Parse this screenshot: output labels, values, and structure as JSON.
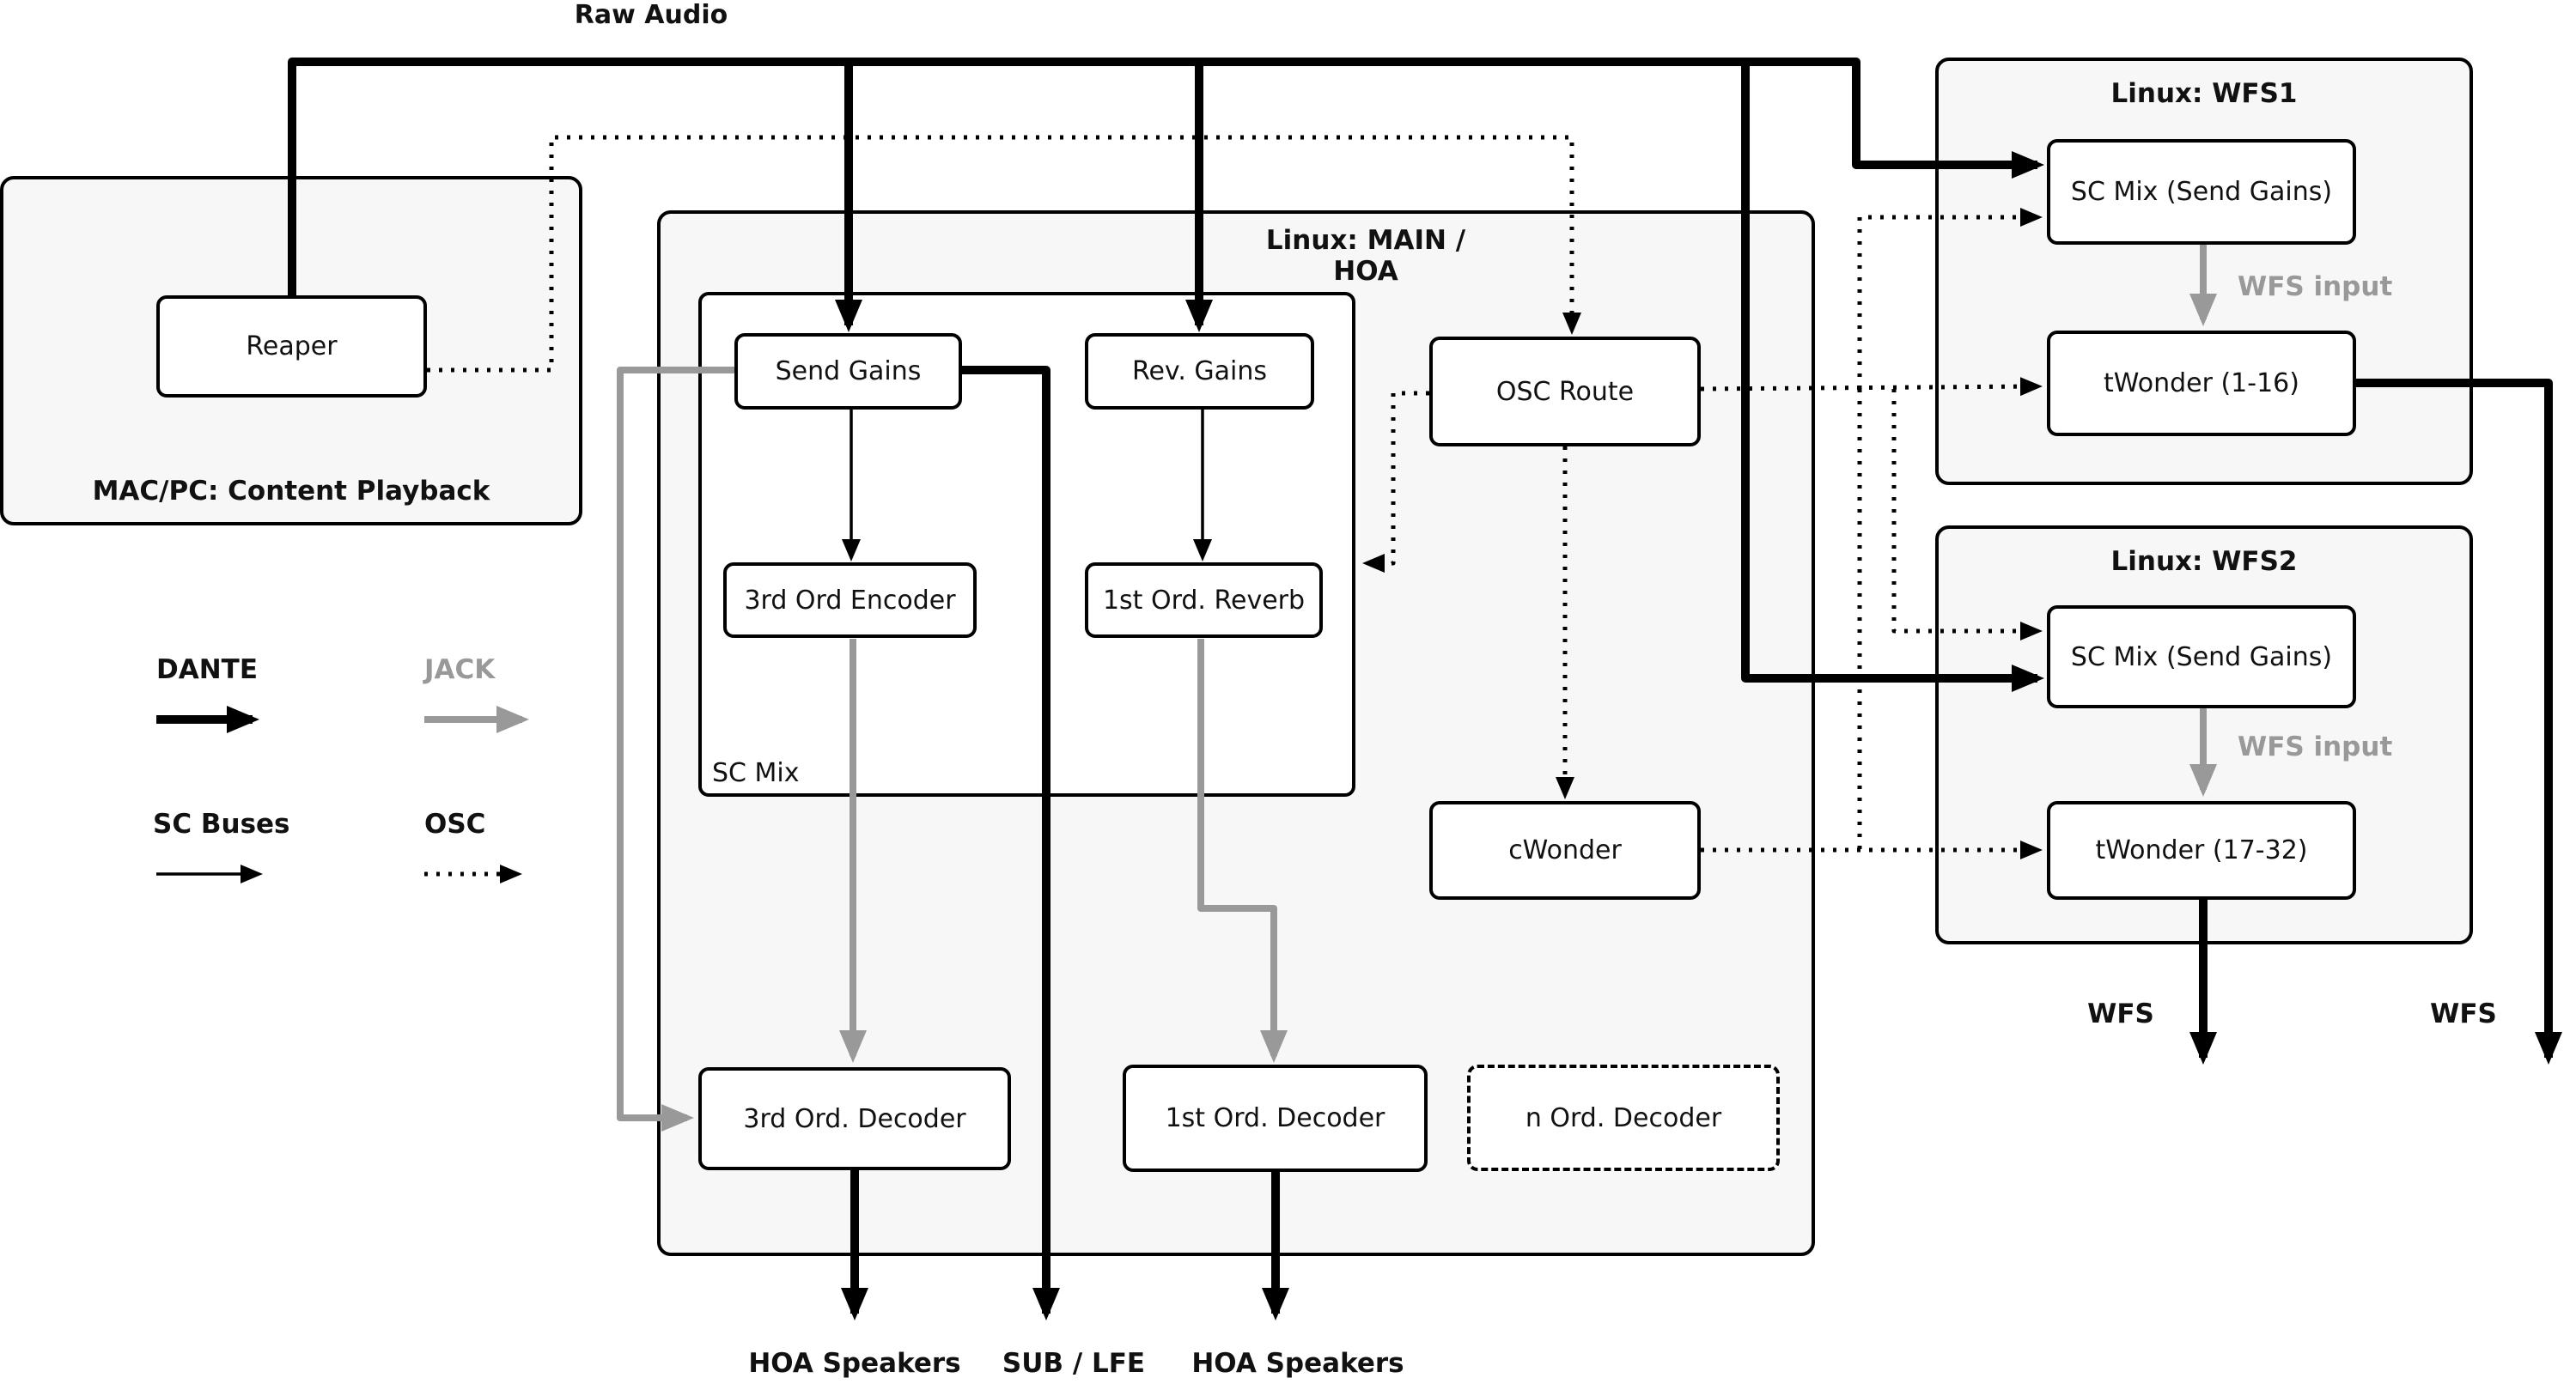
{
  "diagram": {
    "raw_audio_label": "Raw Audio",
    "playback": {
      "title": "MAC/PC: Content Playback",
      "reaper": "Reaper"
    },
    "main_hoa": {
      "title": "Linux: MAIN / HOA",
      "sc_mix_label": "SC Mix",
      "send_gains": "Send Gains",
      "rev_gains": "Rev. Gains",
      "third_ord_encoder": "3rd Ord Encoder",
      "first_ord_reverb": "1st Ord. Reverb",
      "osc_route": "OSC Route",
      "cwonder": "cWonder",
      "third_ord_decoder": "3rd Ord. Decoder",
      "first_ord_decoder": "1st Ord. Decoder",
      "n_ord_decoder": "n Ord. Decoder"
    },
    "wfs1": {
      "title": "Linux: WFS1",
      "sc_mix": "SC Mix (Send Gains)",
      "twonder": "tWonder (1-16)",
      "wfs_input_label": "WFS input"
    },
    "wfs2": {
      "title": "Linux: WFS2",
      "sc_mix": "SC Mix (Send Gains)",
      "twonder": "tWonder (17-32)",
      "wfs_input_label": "WFS input"
    },
    "legend": {
      "dante": "DANTE",
      "jack": "JACK",
      "sc_buses": "SC Buses",
      "osc": "OSC"
    },
    "outputs": {
      "hoa_left": "HOA Speakers",
      "sub": "SUB / LFE",
      "hoa_right": "HOA Speakers",
      "wfs_left": "WFS",
      "wfs_right": "WFS"
    },
    "colors": {
      "line_black": "#000000",
      "jack_gray": "#999999",
      "machine_fill": "#f7f7f7"
    }
  }
}
